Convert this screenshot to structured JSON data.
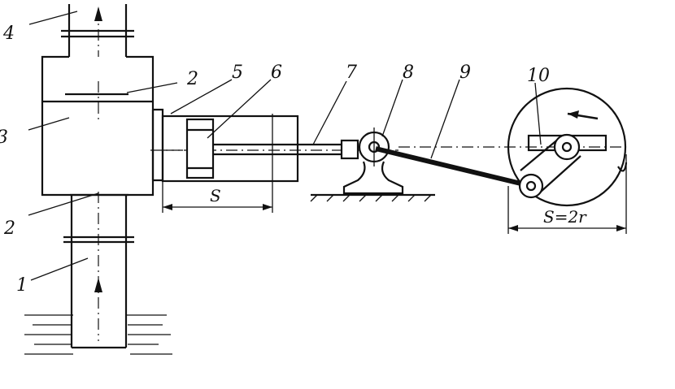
{
  "labels": {
    "l1": "1",
    "l2a": "2",
    "l2b": "2",
    "l3": "3",
    "l4": "4",
    "l5": "5",
    "l6": "6",
    "l7": "7",
    "l8": "8",
    "l9": "9",
    "l10": "10"
  },
  "dimensions": {
    "stroke": "S",
    "crank_stroke": "S=2r"
  }
}
